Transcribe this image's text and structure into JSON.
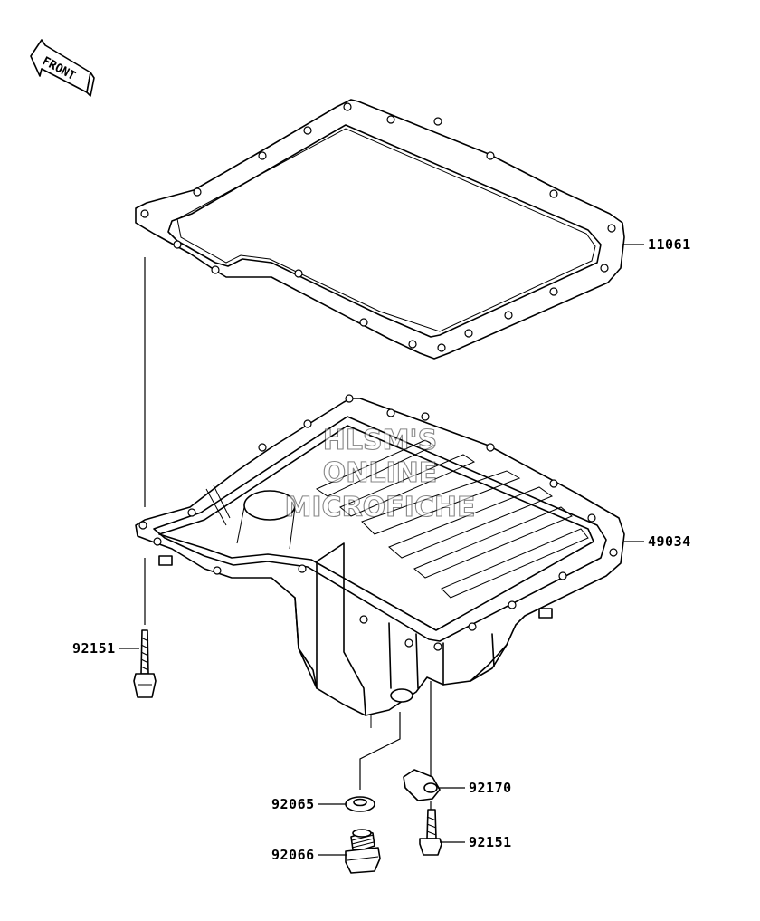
{
  "diagram": {
    "front_marker": "FRONT",
    "watermark": [
      "HLSM'S",
      "ONLINE",
      "MICROFICHE"
    ],
    "parts": [
      {
        "id": "gasket",
        "number": "11061"
      },
      {
        "id": "oil-pan",
        "number": "49034"
      },
      {
        "id": "bolt-left",
        "number": "92151"
      },
      {
        "id": "clamp",
        "number": "92170"
      },
      {
        "id": "washer",
        "number": "92065"
      },
      {
        "id": "bolt-bottom",
        "number": "92151"
      },
      {
        "id": "drain-plug",
        "number": "92066"
      }
    ]
  }
}
